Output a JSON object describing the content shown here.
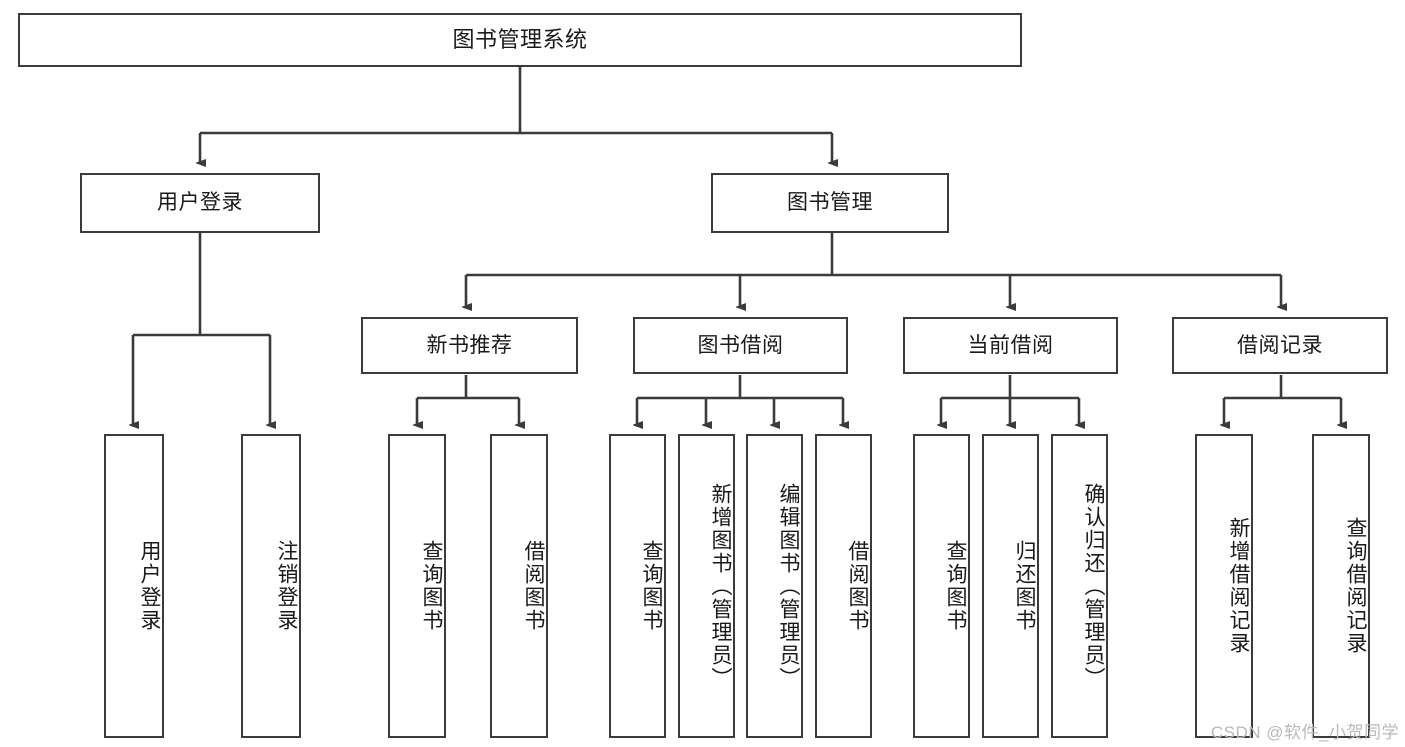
{
  "diagram": {
    "title": "图书管理系统",
    "watermark": "CSDN @软件_小贺同学",
    "colors": {
      "stroke": "#3b3b3b",
      "fill": "#ffffff",
      "text": "#1a1a1a",
      "watermark": "#b9b9b9",
      "background": "#ffffff"
    },
    "level1": {
      "label": "图书管理系统"
    },
    "level2": [
      {
        "id": "user-login",
        "label": "用户登录"
      },
      {
        "id": "book-management",
        "label": "图书管理"
      }
    ],
    "level3": [
      {
        "id": "new-book-recommend",
        "label": "新书推荐"
      },
      {
        "id": "book-borrow",
        "label": "图书借阅"
      },
      {
        "id": "current-borrow",
        "label": "当前借阅"
      },
      {
        "id": "borrow-record",
        "label": "借阅记录"
      }
    ],
    "leaves": [
      {
        "id": "leaf-user-login",
        "label": "用户登录",
        "parent": "user-login"
      },
      {
        "id": "leaf-logout-login",
        "label": "注销登录",
        "parent": "user-login"
      },
      {
        "id": "leaf-query-book-1",
        "label": "查询图书",
        "parent": "new-book-recommend"
      },
      {
        "id": "leaf-borrow-book-1",
        "label": "借阅图书",
        "parent": "new-book-recommend"
      },
      {
        "id": "leaf-query-book-2",
        "label": "查询图书",
        "parent": "book-borrow"
      },
      {
        "id": "leaf-add-book",
        "label": "新增图书（管理员）",
        "parent": "book-borrow"
      },
      {
        "id": "leaf-edit-book",
        "label": "编辑图书（管理员）",
        "parent": "book-borrow"
      },
      {
        "id": "leaf-borrow-book-2",
        "label": "借阅图书",
        "parent": "book-borrow"
      },
      {
        "id": "leaf-query-book-3",
        "label": "查询图书",
        "parent": "current-borrow"
      },
      {
        "id": "leaf-return-book",
        "label": "归还图书",
        "parent": "current-borrow"
      },
      {
        "id": "leaf-confirm-return",
        "label": "确认归还（管理员）",
        "parent": "current-borrow"
      },
      {
        "id": "leaf-add-record",
        "label": "新增借阅记录",
        "parent": "borrow-record"
      },
      {
        "id": "leaf-query-record",
        "label": "查询借阅记录",
        "parent": "borrow-record"
      }
    ]
  }
}
